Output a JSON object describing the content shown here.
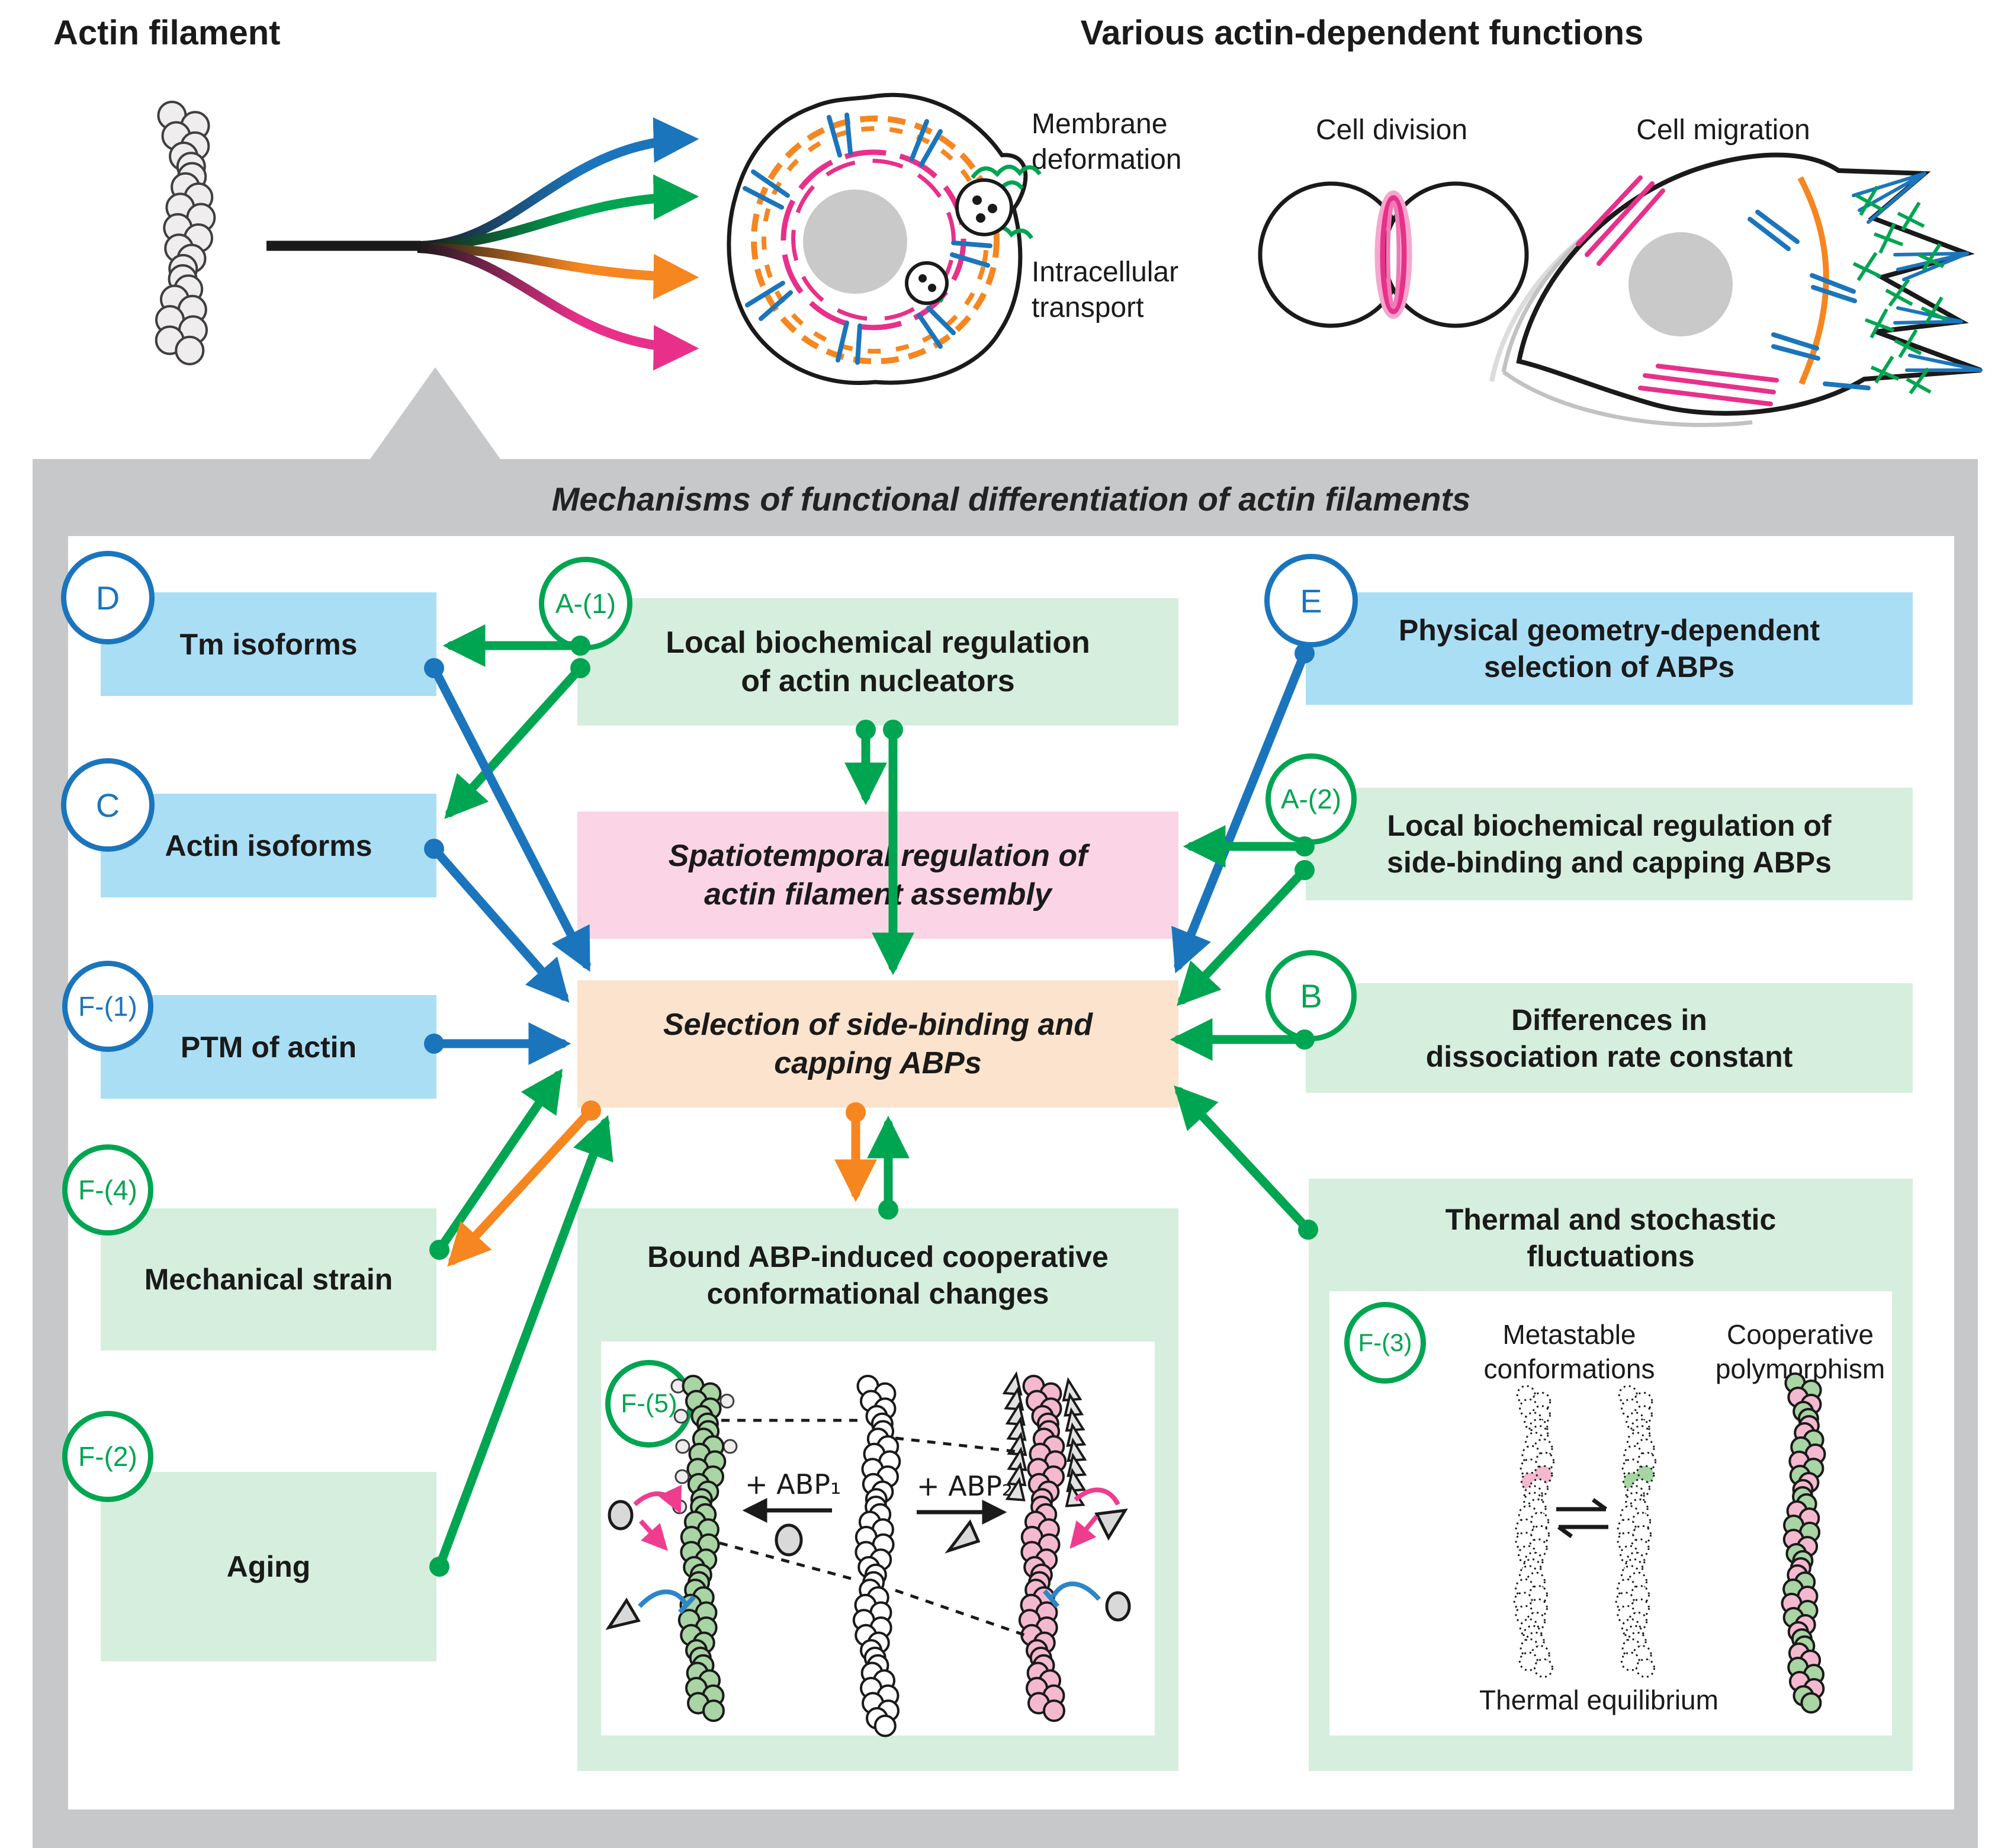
{
  "top": {
    "left_title": "Actin filament",
    "right_title": "Various actin-dependent functions",
    "functions": {
      "membrane": "Membrane\ndeformation",
      "transport": "Intracellular\ntransport",
      "division": "Cell division",
      "migration": "Cell migration"
    }
  },
  "banner": {
    "title": "Mechanisms of functional differentiation of actin filaments"
  },
  "mechanisms": {
    "left": [
      {
        "id": "D",
        "label": "Tm isoforms"
      },
      {
        "id": "C",
        "label": "Actin isoforms"
      },
      {
        "id": "F-(1)",
        "label": "PTM of actin"
      },
      {
        "id": "F-(4)",
        "label": "Mechanical strain"
      },
      {
        "id": "F-(2)",
        "label": "Aging"
      }
    ],
    "center": {
      "a1_id": "A-(1)",
      "nucleators": "Local biochemical regulation\nof actin nucleators",
      "spatiotemporal": "Spatiotemporal regulation of\nactin filament assembly",
      "selection": "Selection of side-binding and\ncapping ABPs",
      "bound_title": "Bound ABP-induced cooperative\nconformational changes",
      "f5_id": "F-(5)",
      "abp1": "+ ABP₁",
      "abp2": "+ ABP₂"
    },
    "right": [
      {
        "id": "E",
        "label": "Physical geometry-dependent\nselection of ABPs"
      },
      {
        "id": "A-(2)",
        "label": "Local biochemical regulation of\nside-binding and capping ABPs"
      },
      {
        "id": "B",
        "label": "Differences in\ndissociation rate constant"
      }
    ],
    "thermal": {
      "title": "Thermal and stochastic\nfluctuations",
      "f3_id": "F-(3)",
      "metastable": "Metastable\nconformations",
      "cooperative": "Cooperative\npolymorphism",
      "equilibrium": "Thermal equilibrium"
    }
  },
  "colors": {
    "blue": "#1b75bc",
    "green": "#00a551",
    "orange": "#f6861f",
    "magenta": "#e8308a",
    "light_blue": "#aadef5",
    "light_green": "#d6eedd",
    "pink_box": "#fbd5e5",
    "peach_box": "#fbe3cd",
    "panel_gray": "#c7c8ca"
  }
}
